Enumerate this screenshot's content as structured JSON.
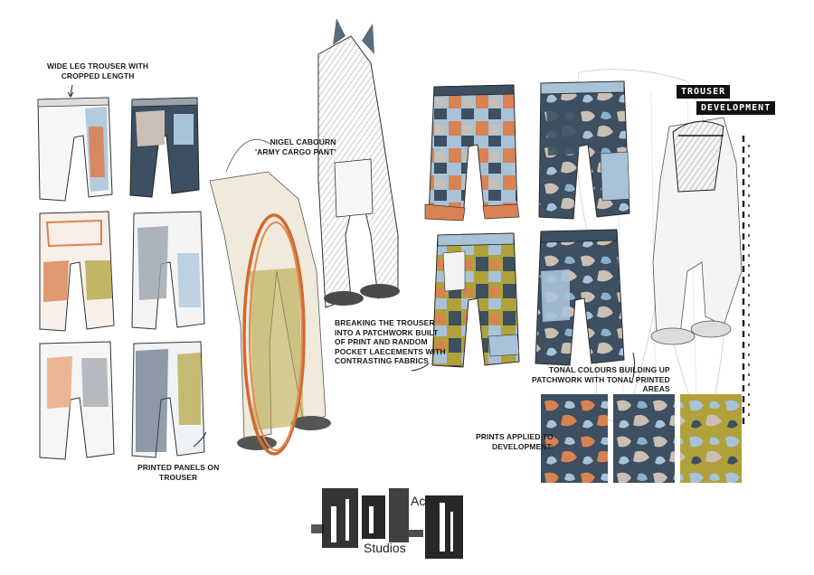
{
  "board": {
    "title_lines": [
      "TROUSER",
      "DEVELOPMENT"
    ],
    "annotations": {
      "wide_leg": [
        "WIDE LEG TROUSER WITH",
        "CROPPED LENGTH"
      ],
      "nigel": [
        "NIGEL CABOURN",
        "'ARMY CARGO PANT'"
      ],
      "breaking": [
        "BREAKING THE TROUSER",
        "INTO A PATCHWORK BUILT",
        "OF PRINT AND RANDOM",
        "POCKET LAECEMENTS WITH",
        "CONTRASTING FABRICS"
      ],
      "printed_panels": [
        "PRINTED PANELS ON",
        "TROUSER"
      ],
      "tonal": [
        "TONAL COLOURS  BUILDING UP",
        "PATCHWORK WITH TONAL PRINTED",
        "AREAS"
      ],
      "prints_applied": [
        "PRINTS APPLIED TO",
        "DEVELOPMENT:"
      ]
    },
    "logo": {
      "top": "Acne",
      "bottom": "Studios"
    },
    "colors": {
      "navy": "#3d4f60",
      "orange": "#d98252",
      "light_blue": "#a8c2d8",
      "mustard": "#b0a13a",
      "beige": "#c9bfb4",
      "grey": "#9aa3ab"
    }
  }
}
